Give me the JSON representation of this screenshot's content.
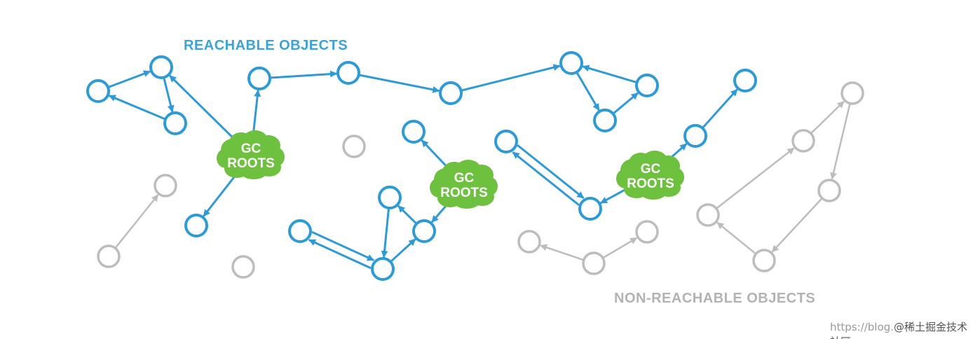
{
  "labels": {
    "reachable": "REACHABLE OBJECTS",
    "non_reachable": "NON-REACHABLE OBJECTS",
    "gc_roots_line1": "GC",
    "gc_roots_line2": "ROOTS"
  },
  "watermark": {
    "prefix": "https://blog.",
    "brand": "@稀土掘金技术社区"
  },
  "colors": {
    "reachable": "#2e9ad6",
    "non_reachable": "#bdbdbd",
    "gc_root": "#6ec13f",
    "label_reachable": "#3ba3d8",
    "label_non_reachable": "#b3b3b3"
  }
}
